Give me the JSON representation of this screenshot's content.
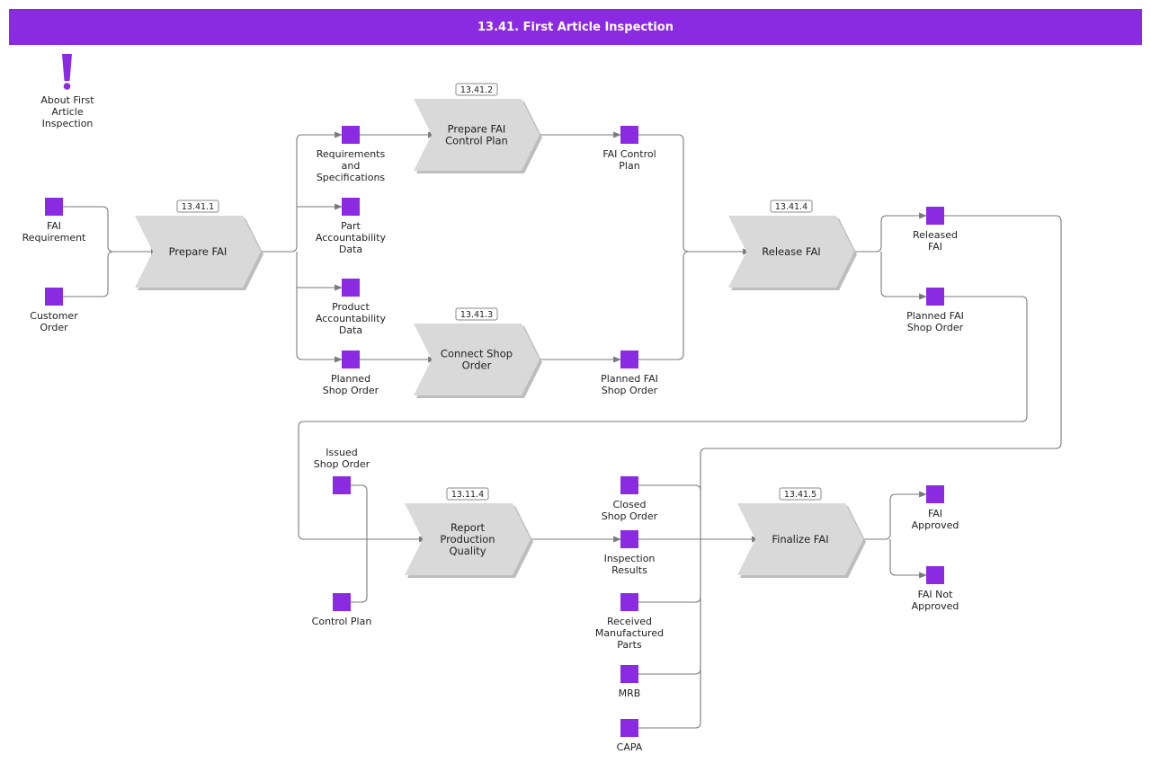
{
  "title": "13.41. First Article Inspection",
  "colors": {
    "header": "#8A2BE2",
    "object": "#8A2BE2",
    "process": "#d9d9d9",
    "process_shadow": "#bdbdbd",
    "connector": "#7a7a7a"
  },
  "about": {
    "icon": "exclamation-icon",
    "label": [
      "About First",
      "Article",
      "Inspection"
    ]
  },
  "processes": [
    {
      "id": "prepare-fai",
      "tag": "13.41.1",
      "label": [
        "Prepare FAI"
      ]
    },
    {
      "id": "prepare-fai-control-plan",
      "tag": "13.41.2",
      "label": [
        "Prepare FAI",
        "Control Plan"
      ]
    },
    {
      "id": "connect-shop-order",
      "tag": "13.41.3",
      "label": [
        "Connect Shop",
        "Order"
      ]
    },
    {
      "id": "release-fai",
      "tag": "13.41.4",
      "label": [
        "Release FAI"
      ]
    },
    {
      "id": "report-production-quality",
      "tag": "13.11.4",
      "label": [
        "Report",
        "Production",
        "Quality"
      ]
    },
    {
      "id": "finalize-fai",
      "tag": "13.41.5",
      "label": [
        "Finalize FAI"
      ]
    }
  ],
  "objects": [
    {
      "id": "fai-requirement",
      "label": [
        "FAI",
        "Requirement"
      ]
    },
    {
      "id": "customer-order",
      "label": [
        "Customer",
        "Order"
      ]
    },
    {
      "id": "requirements-and-specifications",
      "label": [
        "Requirements",
        "and",
        "Specifications"
      ]
    },
    {
      "id": "part-accountability-data",
      "label": [
        "Part",
        "Accountability",
        "Data"
      ]
    },
    {
      "id": "product-accountability-data",
      "label": [
        "Product",
        "Accountability",
        "Data"
      ]
    },
    {
      "id": "planned-shop-order",
      "label": [
        "Planned",
        "Shop Order"
      ]
    },
    {
      "id": "fai-control-plan",
      "label": [
        "FAI Control",
        "Plan"
      ]
    },
    {
      "id": "planned-fai-shop-order-1",
      "label": [
        "Planned FAI",
        "Shop Order"
      ]
    },
    {
      "id": "released-fai",
      "label": [
        "Released",
        "FAI"
      ]
    },
    {
      "id": "planned-fai-shop-order-2",
      "label": [
        "Planned FAI",
        "Shop Order"
      ]
    },
    {
      "id": "issued-shop-order",
      "label": [
        "Issued",
        "Shop Order"
      ]
    },
    {
      "id": "control-plan",
      "label": [
        "Control Plan"
      ]
    },
    {
      "id": "closed-shop-order",
      "label": [
        "Closed",
        "Shop Order"
      ]
    },
    {
      "id": "inspection-results",
      "label": [
        "Inspection",
        "Results"
      ]
    },
    {
      "id": "received-manufactured-parts",
      "label": [
        "Received",
        "Manufactured",
        "Parts"
      ]
    },
    {
      "id": "mrb",
      "label": [
        "MRB"
      ]
    },
    {
      "id": "capa",
      "label": [
        "CAPA"
      ]
    },
    {
      "id": "fai-approved",
      "label": [
        "FAI",
        "Approved"
      ]
    },
    {
      "id": "fai-not-approved",
      "label": [
        "FAI Not",
        "Approved"
      ]
    }
  ]
}
